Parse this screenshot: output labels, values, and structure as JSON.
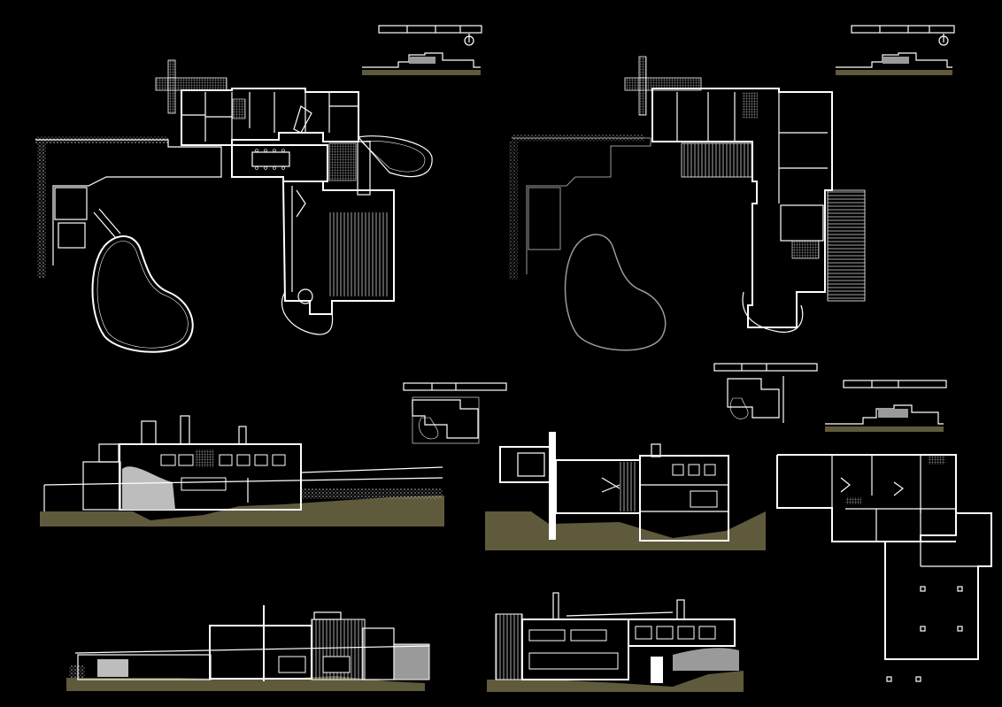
{
  "colors": {
    "background": "#000000",
    "linework": "#ffffff",
    "ground": "#5f5a3c",
    "stone": "#8a8a8a",
    "shade": "#bdbdbd"
  },
  "sheet": {
    "views": [
      "ground-floor-plan",
      "upper-floor-plan",
      "south-elevation",
      "section",
      "basement-plan",
      "north-elevation",
      "east-elevation"
    ]
  }
}
